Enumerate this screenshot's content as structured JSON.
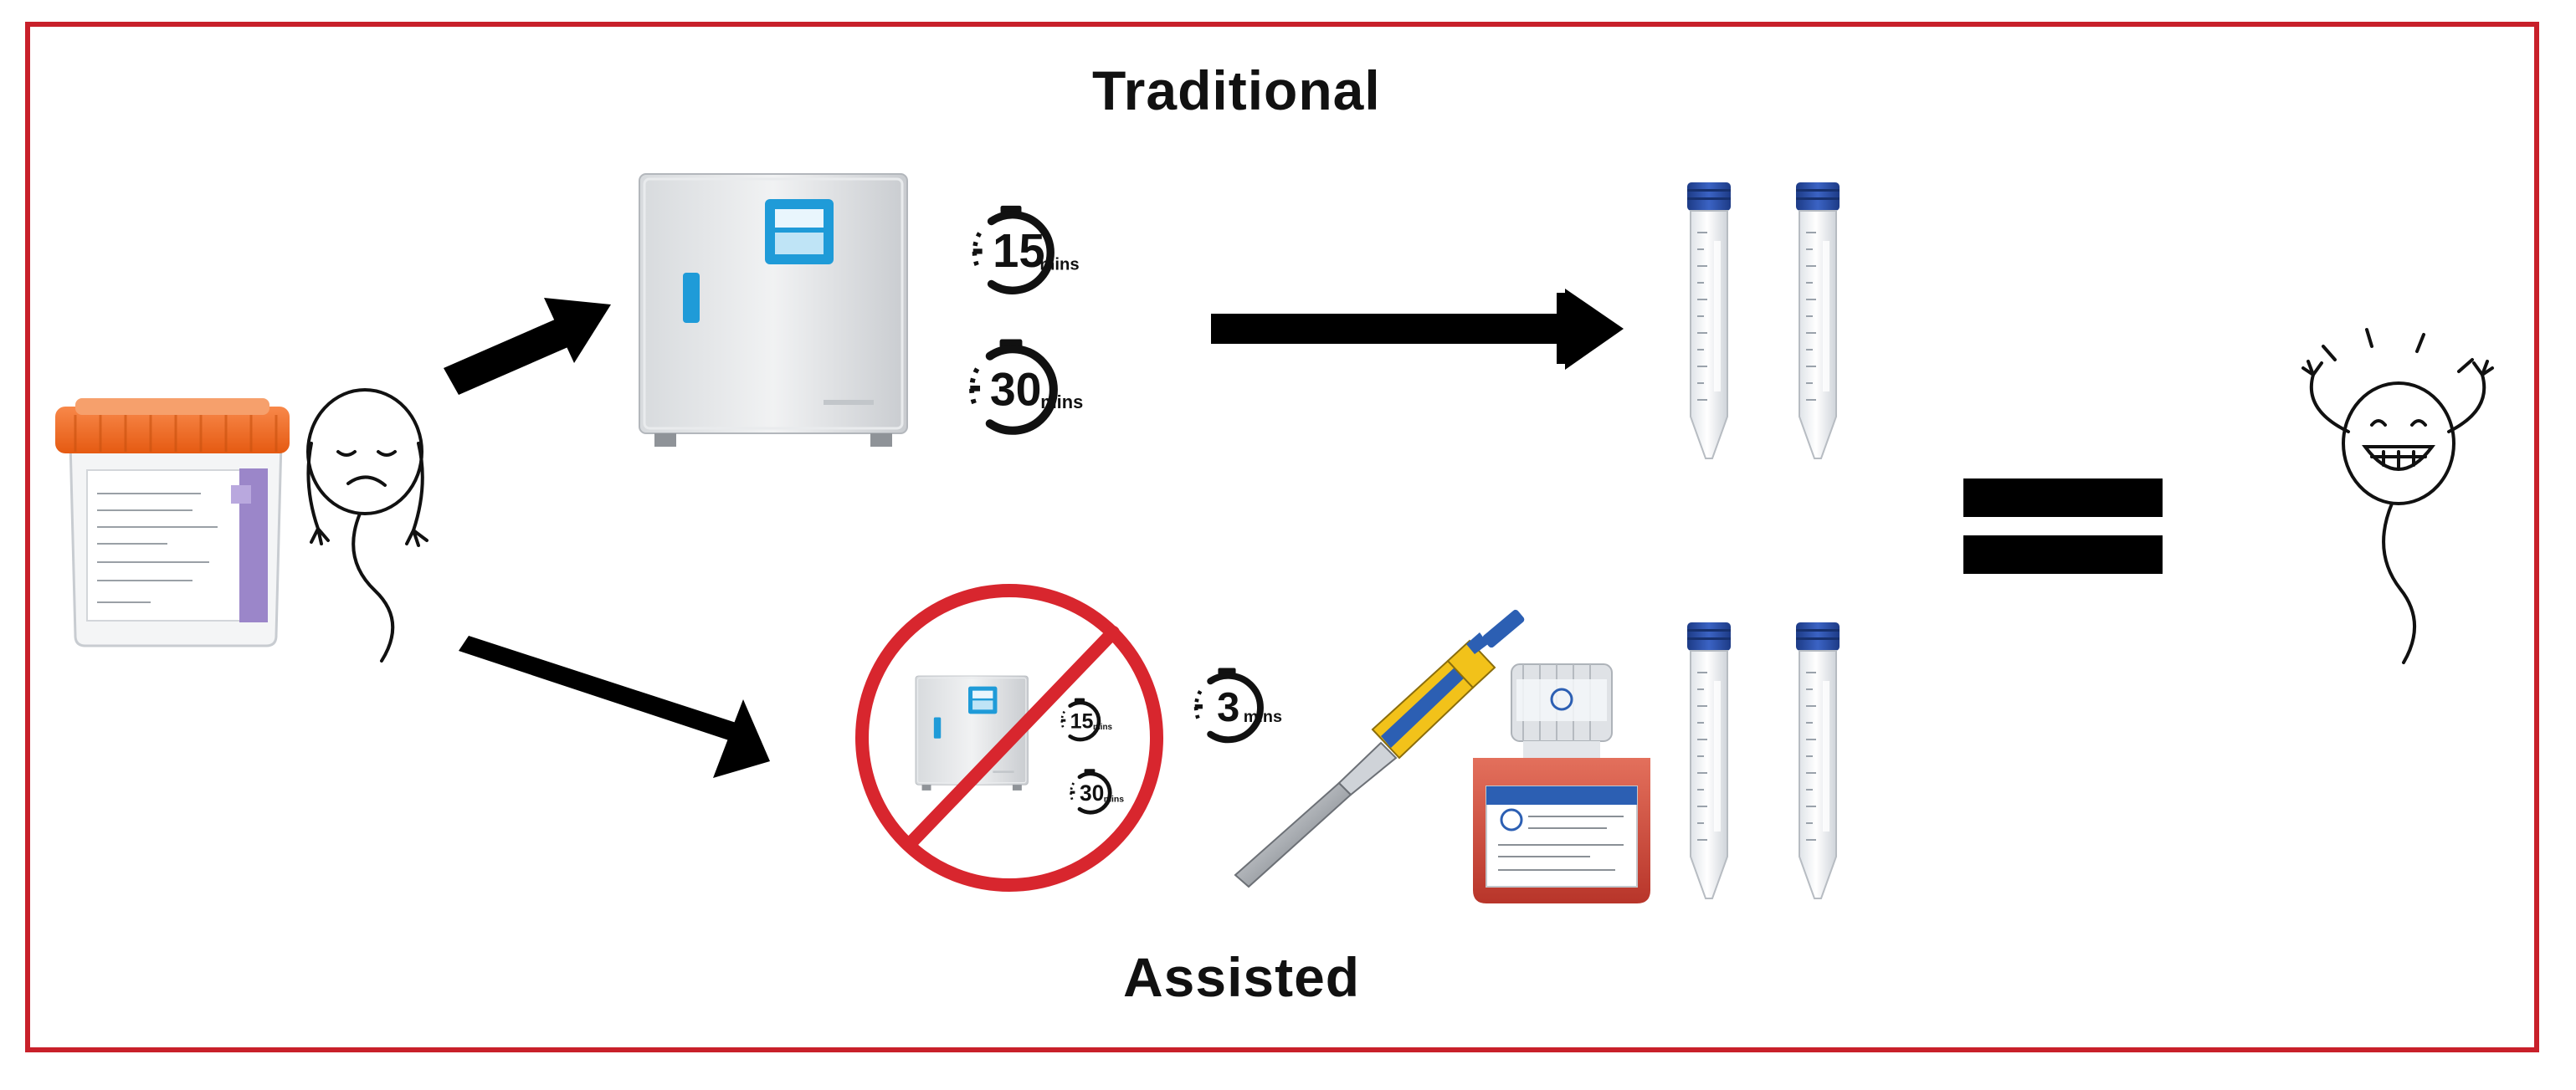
{
  "labels": {
    "traditional": "Traditional",
    "assisted": "Assisted"
  },
  "timers": {
    "t15": {
      "value": "15",
      "unit": "mins"
    },
    "t30": {
      "value": "30",
      "unit": "mins"
    },
    "t3": {
      "value": "3",
      "unit": "mins"
    }
  },
  "colors": {
    "frame": "#c8202a",
    "arrow": "#000000",
    "cup_lid": "#ef6a1e",
    "cup_label_accent": "#9b86c9",
    "tube_cap": "#2b4fa8",
    "no_symbol": "#d8262e",
    "incubator_display": "#1f9bd8",
    "pipette_yellow": "#f2c21a",
    "pipette_blue": "#2c5fb3",
    "medium": "#d24b3a"
  },
  "icons": {
    "sample_cup": "sample-cup-icon",
    "sad_sperm": "sad-sperm-icon",
    "happy_sperm": "happy-sperm-icon",
    "incubator": "incubator-icon",
    "centrifuge_tube": "centrifuge-tube-icon",
    "timer": "stopwatch-icon",
    "no_incubator": "no-incubator-icon",
    "pipette": "pipette-icon",
    "medium_bottle": "medium-bottle-icon",
    "equals": "equals-sign-icon"
  }
}
